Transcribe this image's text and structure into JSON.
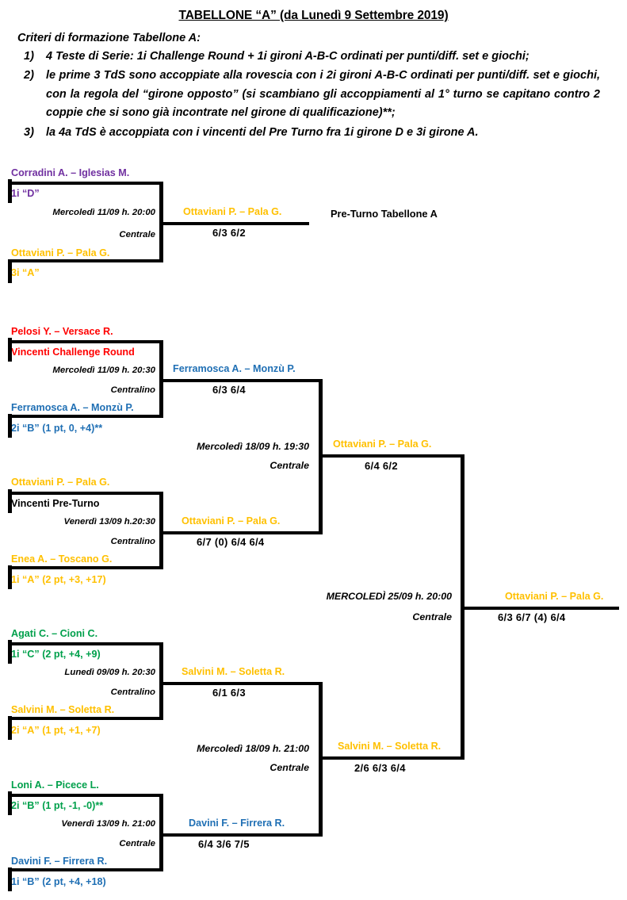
{
  "header": {
    "title": "TABELLONE “A” (da Lunedì 9 Settembre 2019)",
    "criteria_heading": "Criteri di formazione Tabellone A:",
    "criteria": [
      "4 Teste di Serie: 1i Challenge Round + 1i gironi A-B-C ordinati per punti/diff. set e giochi;",
      "le prime 3 TdS sono accoppiate alla rovescia con i 2i gironi A-B-C ordinati per punti/diff. set e giochi, con la regola del “girone opposto” (si scambiano gli accoppiamenti al 1° turno se capitano contro 2 coppie che si sono già incontrate nel girone di qualificazione)**;",
      "la 4a TdS è accoppiata con i vincenti del Pre Turno fra 1i girone D e 3i girone A."
    ]
  },
  "labels": {
    "pre_turno_tabellone": "Pre-Turno Tabellone A"
  },
  "colors": {
    "purple": "#7030A0",
    "gold": "#FFC000",
    "red": "#FF0000",
    "blue": "#1F6FB4",
    "green": "#00A04B",
    "black": "#000000"
  },
  "preturno": {
    "top": {
      "team": "Corradini A. – Iglesias M.",
      "seed": "1i “D”"
    },
    "bottom": {
      "team": "Ottaviani P. – Pala G.",
      "seed": "3i “A”"
    },
    "schedule": {
      "date": "Mercoledì 11/09 h. 20:00",
      "court": "Centrale"
    },
    "winner": "Ottaviani P. – Pala G.",
    "score": "6/3  6/2"
  },
  "round1": [
    {
      "top": {
        "team": "Pelosi Y. – Versace R.",
        "seed": "Vincenti Challenge Round"
      },
      "bottom": {
        "team": "Ferramosca A. – Monzù P.",
        "seed": "2i “B” (1 pt, 0, +4)**"
      },
      "schedule": {
        "date": "Mercoledì 11/09 h. 20:30",
        "court": "Centralino"
      },
      "winner": "Ferramosca A. – Monzù P.",
      "score": "6/3  6/4"
    },
    {
      "top": {
        "team": "Ottaviani P. – Pala G.",
        "seed": "Vincenti Pre-Turno"
      },
      "bottom": {
        "team": "Enea A. – Toscano G.",
        "seed": "1i “A” (2 pt, +3, +17)"
      },
      "schedule": {
        "date": "Venerdì 13/09 h.20:30",
        "court": "Centralino"
      },
      "winner": "Ottaviani P. – Pala G.",
      "score": "6/7 (0)  6/4  6/4"
    },
    {
      "top": {
        "team": "Agati C. – Cioni C.",
        "seed": "1i “C” (2 pt, +4, +9)"
      },
      "bottom": {
        "team": "Salvini M. – Soletta R.",
        "seed": "2i “A” (1 pt, +1, +7)"
      },
      "schedule": {
        "date": "Lunedì 09/09 h. 20:30",
        "court": "Centralino"
      },
      "winner": "Salvini M. – Soletta R.",
      "score": "6/1  6/3"
    },
    {
      "top": {
        "team": "Loni A. – Picece L.",
        "seed": "2i “B” (1 pt, -1, -0)**"
      },
      "bottom": {
        "team": "Davini F. – Firrera R.",
        "seed": "1i “B” (2 pt, +4, +18)"
      },
      "schedule": {
        "date": "Venerdì 13/09 h. 21:00",
        "court": "Centrale"
      },
      "winner": "Davini F. – Firrera R.",
      "score": "6/4  3/6  7/5"
    }
  ],
  "semifinals": [
    {
      "schedule": {
        "date": "Mercoledì 18/09 h. 19:30",
        "court": "Centrale"
      },
      "winner": "Ottaviani P. – Pala G.",
      "score": "6/4  6/2"
    },
    {
      "schedule": {
        "date": "Mercoledì 18/09 h. 21:00",
        "court": "Centrale"
      },
      "winner": "Salvini M. – Soletta R.",
      "score": "2/6  6/3  6/4"
    }
  ],
  "final": {
    "schedule": {
      "date": "MERCOLEDÌ 25/09 h. 20:00",
      "court": "Centrale"
    },
    "winner": "Ottaviani P. – Pala G.",
    "score": "6/3  6/7 (4)  6/4"
  }
}
